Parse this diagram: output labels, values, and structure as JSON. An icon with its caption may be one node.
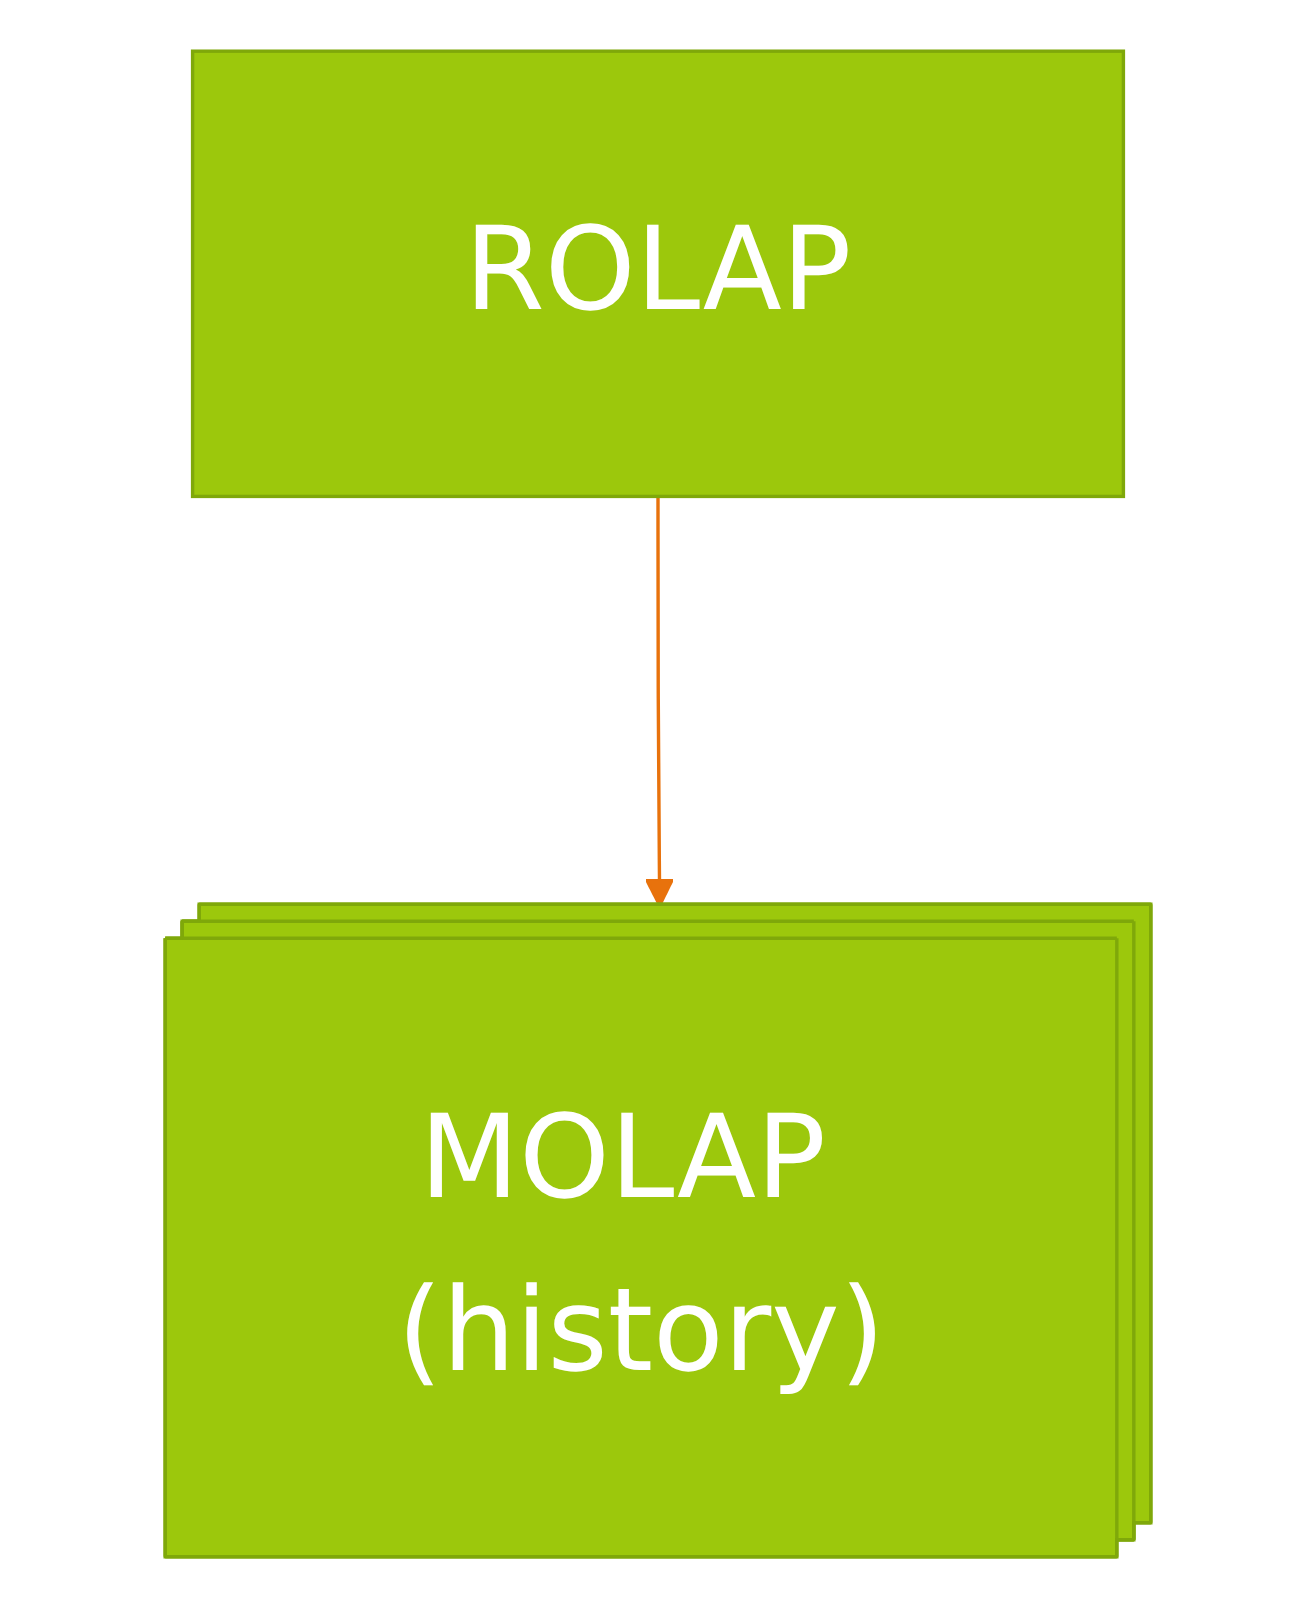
{
  "diagram": {
    "nodes": [
      {
        "text": [
          "ROLAP"
        ]
      },
      {
        "text": [
          "MOLAP (history)"
        ]
      }
    ],
    "edges": [
      {
        "from": 0,
        "to": 1,
        "arrow": "to",
        "color": "#e8720c"
      }
    ]
  }
}
